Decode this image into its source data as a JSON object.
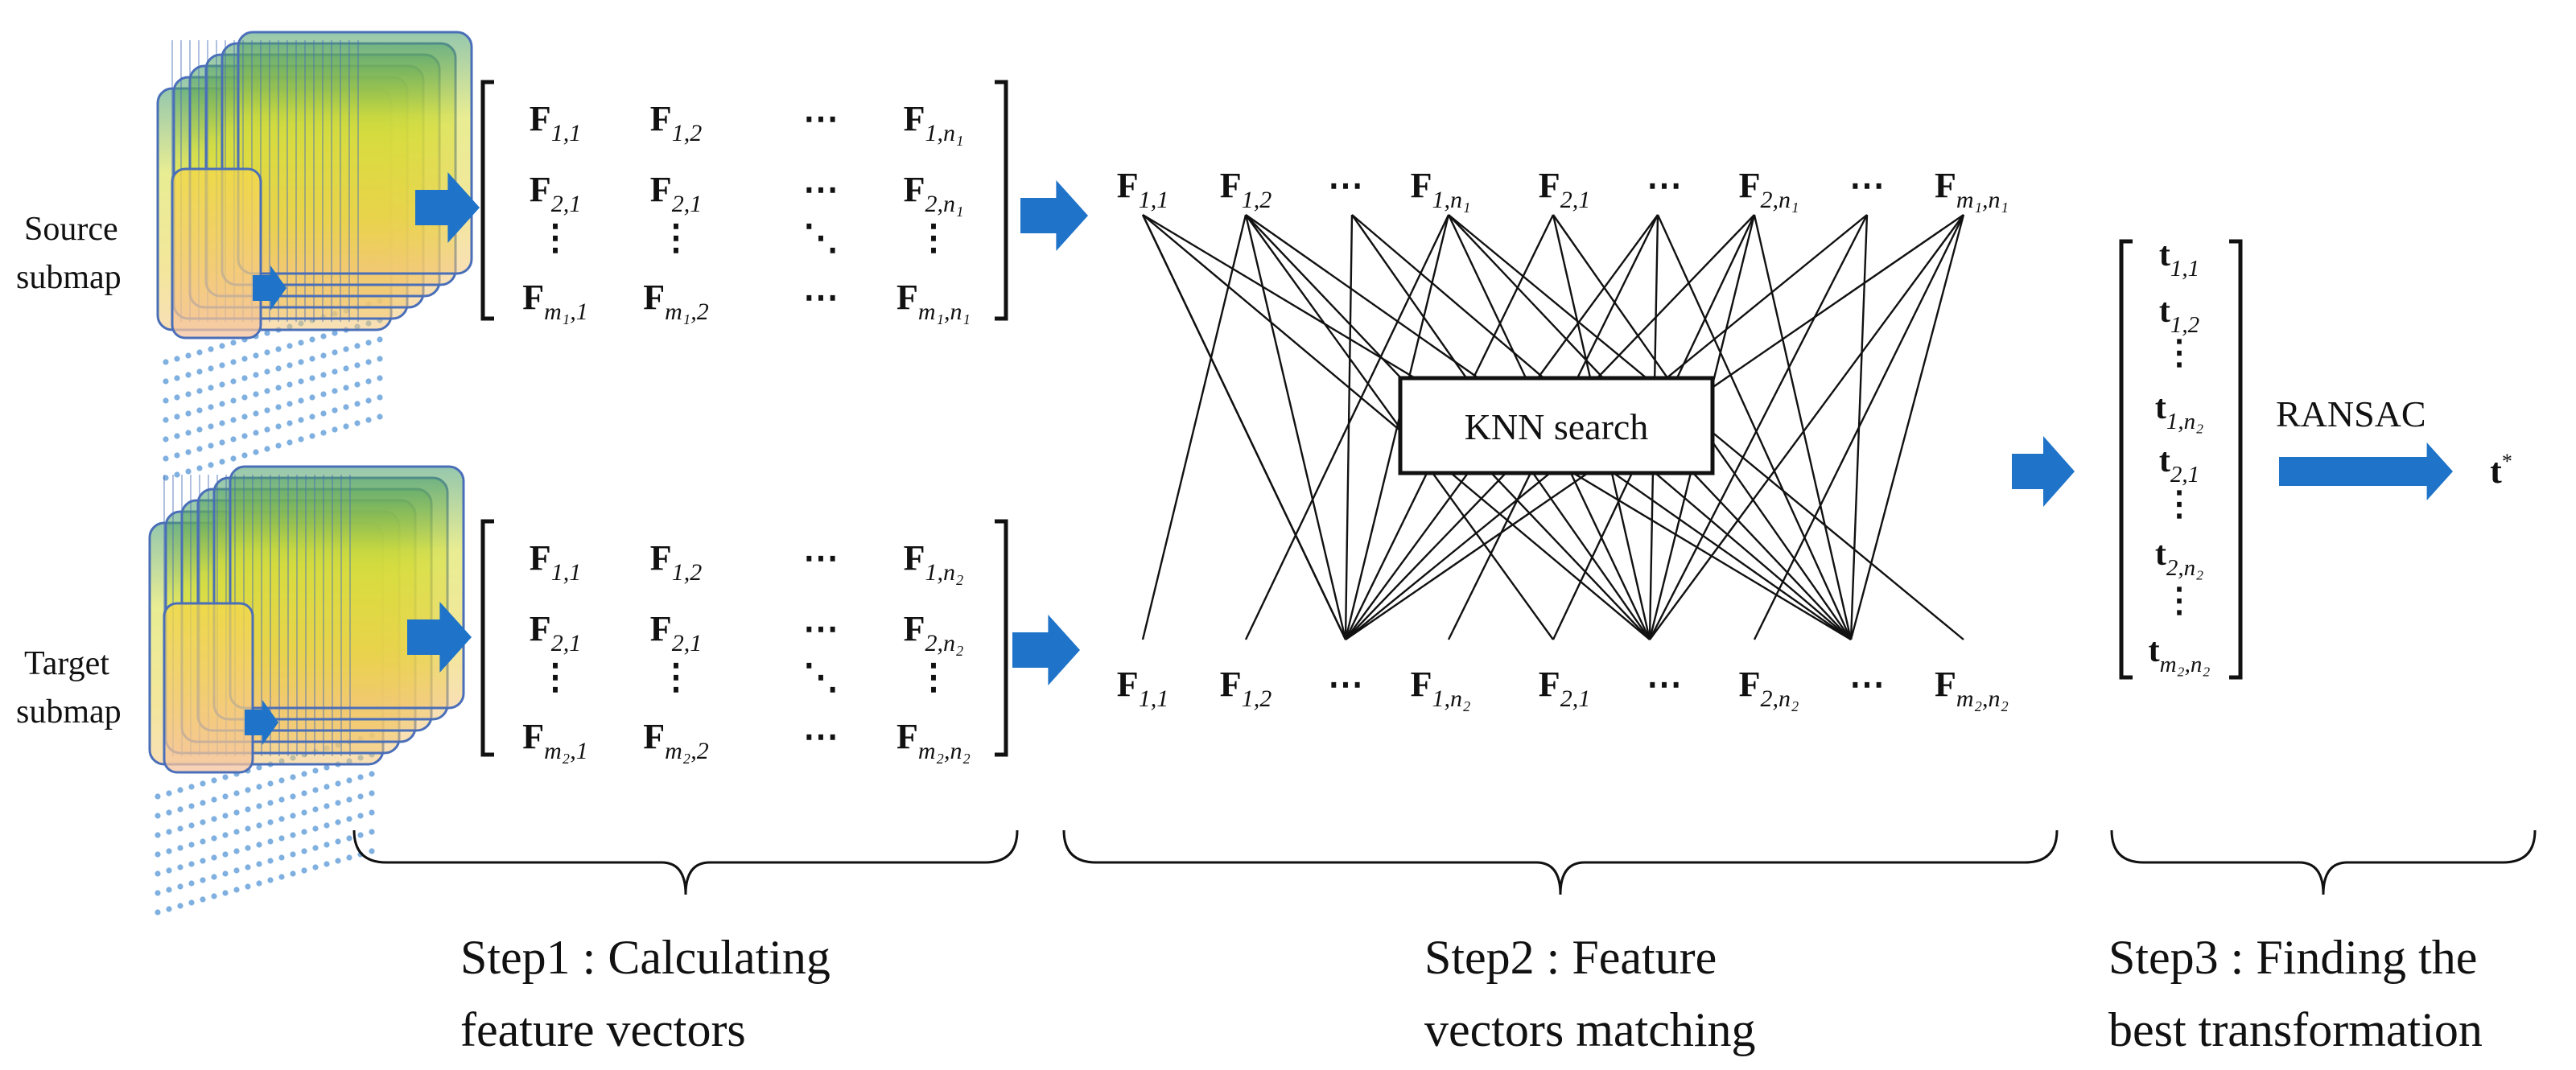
{
  "colors": {
    "arrow": "#1f73c8",
    "ink": "#111111",
    "submap_top": "#3f9a6a",
    "submap_mid": "#d6de3a",
    "submap_low": "#f3c67a"
  },
  "labels": {
    "source_line1": "Source",
    "source_line2": "submap",
    "target_line1": "Target",
    "target_line2": "submap"
  },
  "matrix_source": [
    [
      {
        "b": "F",
        "s": "1,1"
      },
      {
        "b": "F",
        "s": "1,2"
      },
      {
        "dots": "⋯"
      },
      {
        "b": "F",
        "s": "1,n₁"
      }
    ],
    [
      {
        "b": "F",
        "s": "2,1"
      },
      {
        "b": "F",
        "s": "2,1"
      },
      {
        "dots": "⋯"
      },
      {
        "b": "F",
        "s": "2,n₁"
      }
    ],
    [
      {
        "dots": "⋮"
      },
      {
        "dots": "⋮"
      },
      {
        "dots": "⋱"
      },
      {
        "dots": "⋮"
      }
    ],
    [
      {
        "b": "F",
        "s": "m₁,1"
      },
      {
        "b": "F",
        "s": "m₁,2"
      },
      {
        "dots": "⋯"
      },
      {
        "b": "F",
        "s": "m₁,n₁"
      }
    ]
  ],
  "matrix_target": [
    [
      {
        "b": "F",
        "s": "1,1"
      },
      {
        "b": "F",
        "s": "1,2"
      },
      {
        "dots": "⋯"
      },
      {
        "b": "F",
        "s": "1,n₂"
      }
    ],
    [
      {
        "b": "F",
        "s": "2,1"
      },
      {
        "b": "F",
        "s": "2,1"
      },
      {
        "dots": "⋯"
      },
      {
        "b": "F",
        "s": "2,n₂"
      }
    ],
    [
      {
        "dots": "⋮"
      },
      {
        "dots": "⋮"
      },
      {
        "dots": "⋱"
      },
      {
        "dots": "⋮"
      }
    ],
    [
      {
        "b": "F",
        "s": "m₂,1"
      },
      {
        "b": "F",
        "s": "m₂,2"
      },
      {
        "dots": "⋯"
      },
      {
        "b": "F",
        "s": "m₂,n₂"
      }
    ]
  ],
  "match_top_row": [
    {
      "b": "F",
      "s": "1,1"
    },
    {
      "b": "F",
      "s": "1,2"
    },
    {
      "dots": "⋯"
    },
    {
      "b": "F",
      "s": "1,n₁"
    },
    {
      "b": "F",
      "s": "2,1"
    },
    {
      "dots": "⋯"
    },
    {
      "b": "F",
      "s": "2,n₁"
    },
    {
      "dots": "⋯"
    },
    {
      "b": "F",
      "s": "m₁,n₁"
    }
  ],
  "match_bottom_row": [
    {
      "b": "F",
      "s": "1,1"
    },
    {
      "b": "F",
      "s": "1,2"
    },
    {
      "dots": "⋯"
    },
    {
      "b": "F",
      "s": "1,n₂"
    },
    {
      "b": "F",
      "s": "2,1"
    },
    {
      "dots": "⋯"
    },
    {
      "b": "F",
      "s": "2,n₂"
    },
    {
      "dots": "⋯"
    },
    {
      "b": "F",
      "s": "m₂,n₂"
    }
  ],
  "knn_label": "KNN search",
  "transform_vector": [
    {
      "b": "t",
      "s": "1,1"
    },
    {
      "b": "t",
      "s": "1,2"
    },
    {
      "dots": "⋮"
    },
    {
      "b": "t",
      "s": "1,n₂"
    },
    {
      "b": "t",
      "s": "2,1"
    },
    {
      "dots": "⋮"
    },
    {
      "b": "t",
      "s": "2,n₂"
    },
    {
      "dots": "⋮"
    },
    {
      "b": "t",
      "s": "m₂,n₂"
    }
  ],
  "ransac_label": "RANSAC",
  "result": {
    "b": "t",
    "sup": "*"
  },
  "steps": [
    {
      "line1": "Step1 : Calculating",
      "line2": "feature vectors"
    },
    {
      "line1": "Step2 : Feature",
      "line2": "vectors matching"
    },
    {
      "line1": "Step3 : Finding the",
      "line2": "best transformation"
    }
  ]
}
